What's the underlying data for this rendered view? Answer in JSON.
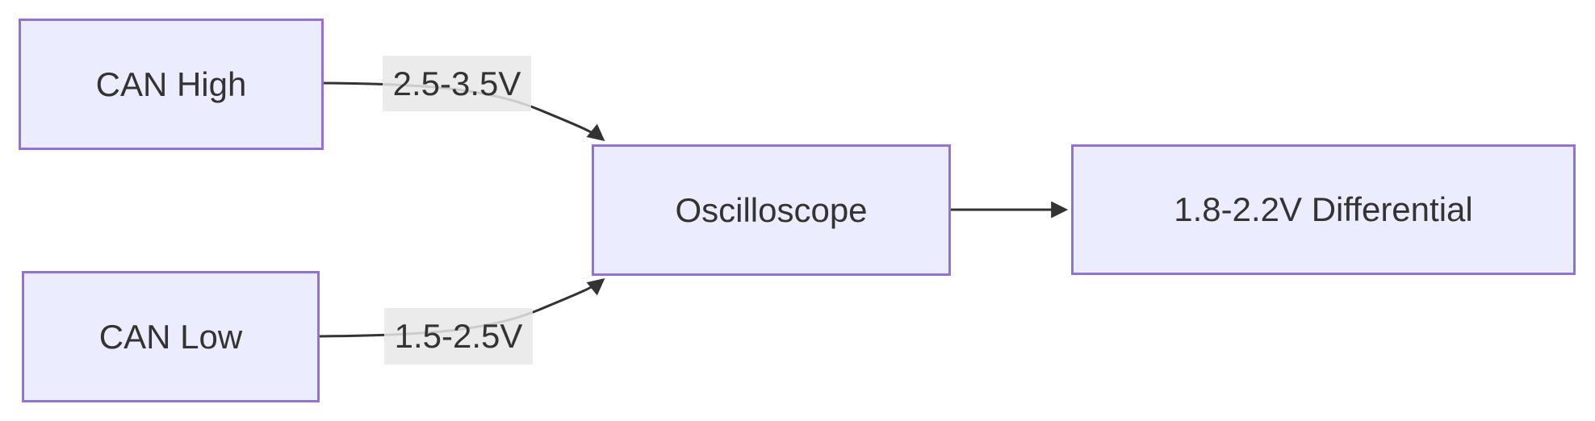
{
  "diagram": {
    "type": "flowchart",
    "direction": "left-to-right",
    "nodes": [
      {
        "id": "can_high",
        "label": "CAN High"
      },
      {
        "id": "can_low",
        "label": "CAN Low"
      },
      {
        "id": "oscilloscope",
        "label": "Oscilloscope"
      },
      {
        "id": "differential",
        "label": "1.8-2.2V Differential"
      }
    ],
    "edges": [
      {
        "from": "can_high",
        "to": "oscilloscope",
        "label": "2.5-3.5V"
      },
      {
        "from": "can_low",
        "to": "oscilloscope",
        "label": "1.5-2.5V"
      },
      {
        "from": "oscilloscope",
        "to": "differential",
        "label": ""
      }
    ],
    "colors": {
      "background": "#ffffff",
      "node_fill": "#ECECFF",
      "node_border": "#9370DB",
      "edge_stroke": "#333333",
      "edge_label_bg": "#e8e8e8",
      "text": "#333333"
    }
  }
}
